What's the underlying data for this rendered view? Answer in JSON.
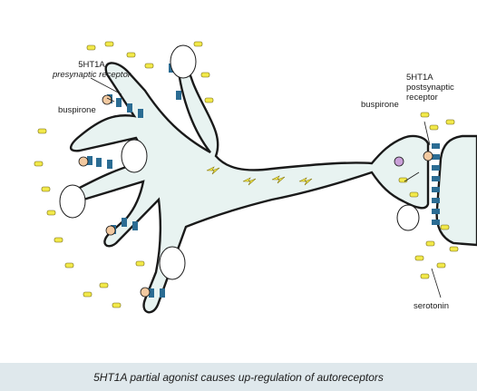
{
  "labels": {
    "presynaptic_line1": "5HT1A",
    "presynaptic_line2": "presynaptic receptor",
    "buspirone_left": "buspirone",
    "buspirone_right": "buspirone",
    "postsynaptic_line1": "5HT1A",
    "postsynaptic_line2": "postsynaptic",
    "postsynaptic_line3": "receptor",
    "serotonin": "serotonin"
  },
  "caption": "5HT1A partial agonist causes up-regulation of autoreceptors",
  "colors": {
    "neuron_fill": "#e8f3f1",
    "outline": "#1a1a1a",
    "receptor": "#2b6c93",
    "serotonin": "#f2e94a",
    "buspirone": "#f2c9a0",
    "caption_bg": "#dfe8ec"
  }
}
